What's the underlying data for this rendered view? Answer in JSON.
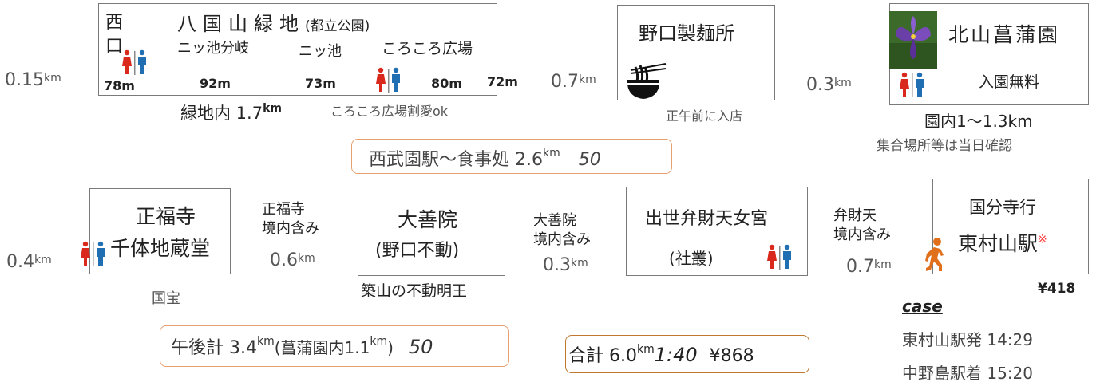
{
  "colors": {
    "female": "#d9281c",
    "male": "#1f6fb2",
    "walker": "#e0701c",
    "orange_border": "#e8a070",
    "mark": "#ff3b3b"
  },
  "icons": [
    "toilet-icon",
    "noodle-bowl-icon",
    "iris-flower-photo",
    "walking-person-icon"
  ],
  "top_row": {
    "start_dist": {
      "value": "0.15",
      "unit": "km"
    },
    "hachikoku": {
      "west_gate": [
        "西",
        "口"
      ],
      "title": "八国山緑地",
      "subtitle": "(都立公園)",
      "points": [
        "ニッ池分岐",
        "ニッ池",
        "ころころ広場"
      ],
      "segments": [
        "78m",
        "92m",
        "73m",
        "80m",
        "72m"
      ],
      "inner_label": "緑地内 1.7",
      "inner_unit": "km",
      "note": "ころころ広場割愛ok"
    },
    "dist_to_noguchi": {
      "value": "0.7",
      "unit": "km"
    },
    "noguchi": {
      "name": "野口製麺所",
      "note": "正午前に入店"
    },
    "dist_to_kitayama": {
      "value": "0.3",
      "unit": "km"
    },
    "kitayama": {
      "name": "北山菖蒲園",
      "fee": "入園無料",
      "inner": "園内1〜1.3km",
      "note": "集合場所等は当日確認"
    }
  },
  "summary_morning": {
    "text": "西武園駅〜食事処 2.6",
    "unit": "km",
    "time": "50"
  },
  "bottom_row": {
    "shofukuji": {
      "line1": "正福寺",
      "line2": "千体地蔵堂",
      "note": "国宝",
      "dist": {
        "value": "0.4",
        "unit": "km"
      }
    },
    "between_shofukuji_daizenin": {
      "line1": "正福寺",
      "line2": "境内含み",
      "dist": {
        "value": "0.6",
        "unit": "km"
      }
    },
    "daizenin": {
      "line1": "大善院",
      "line2": "(野口不動)",
      "note": "築山の不動明王"
    },
    "between_daizenin_benzaiten": {
      "line1": "大善院",
      "line2": "境内含み",
      "dist": {
        "value": "0.3",
        "unit": "km"
      }
    },
    "benzaiten": {
      "line1": "出世弁財天女宮",
      "line2": "(社叢)"
    },
    "between_benzaiten_station": {
      "line1": "弁財天",
      "line2": "境内含み",
      "dist": {
        "value": "0.7",
        "unit": "km"
      }
    },
    "station": {
      "line1": "国分寺行",
      "line2": "東村山駅",
      "mark": "※",
      "fare": "¥418"
    }
  },
  "summary_afternoon": {
    "text": "午後計 3.4",
    "unit": "km",
    "paren": "(菖蒲園内1.1",
    "paren_unit": "km",
    "paren_close": ")",
    "time": "50"
  },
  "summary_total": {
    "text": "合計 6.0",
    "unit": "km",
    "time": "1:40",
    "fare": "¥868"
  },
  "case": {
    "title": "case",
    "depart": "東村山駅発 14:29",
    "arrive": "中野島駅着 15:20"
  }
}
